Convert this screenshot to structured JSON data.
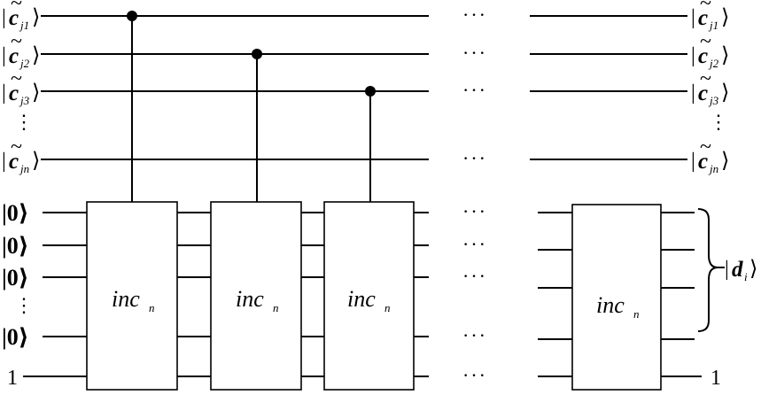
{
  "inputs": {
    "c_rows": [
      {
        "ket_open": "|",
        "c": "c",
        "tilde": "~",
        "sub": "j1",
        "ket_close": "⟩"
      },
      {
        "ket_open": "|",
        "c": "c",
        "tilde": "~",
        "sub": "j2",
        "ket_close": "⟩"
      },
      {
        "ket_open": "|",
        "c": "c",
        "tilde": "~",
        "sub": "j3",
        "ket_close": "⟩"
      },
      {
        "ket_open": "|",
        "c": "c",
        "tilde": "~",
        "sub": "jn",
        "ket_close": "⟩"
      }
    ],
    "zero_rows": [
      {
        "ket": "|0⟩"
      },
      {
        "ket": "|0⟩"
      },
      {
        "ket": "|0⟩"
      },
      {
        "ket": "|0⟩"
      }
    ],
    "one_label": "1",
    "vdots": "⋮"
  },
  "outputs": {
    "c_rows": [
      {
        "c": "c",
        "tilde": "~",
        "sub": "j1"
      },
      {
        "c": "c",
        "tilde": "~",
        "sub": "j2"
      },
      {
        "c": "c",
        "tilde": "~",
        "sub": "j3"
      },
      {
        "c": "c",
        "tilde": "~",
        "sub": "jn"
      }
    ],
    "d_label": {
      "bar": "|",
      "d": "d",
      "sub": "i",
      "close": "⟩"
    },
    "one_label": "1",
    "vdots": "⋮"
  },
  "gates": [
    {
      "name": "inc",
      "sub": "n"
    },
    {
      "name": "inc",
      "sub": "n"
    },
    {
      "name": "inc",
      "sub": "n"
    },
    {
      "name": "inc",
      "sub": "n"
    }
  ],
  "ellipsis": "···"
}
